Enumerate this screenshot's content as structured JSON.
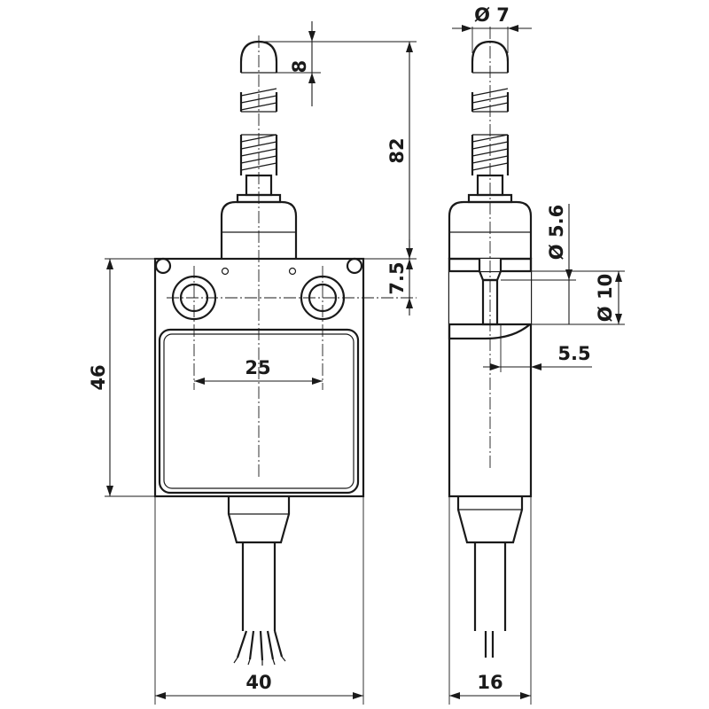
{
  "dimensions": {
    "overall_height": "82",
    "plunger_tip": "8",
    "mount_hole_offset": "7.5",
    "body_height": "46",
    "hole_spacing": "25",
    "body_width": "40",
    "side_depth": "16",
    "plunger_diameter": "Ø 7",
    "hole_diameter": "Ø 5.6",
    "counterbore_diameter": "Ø 10",
    "counterbore_offset": "5.5"
  }
}
